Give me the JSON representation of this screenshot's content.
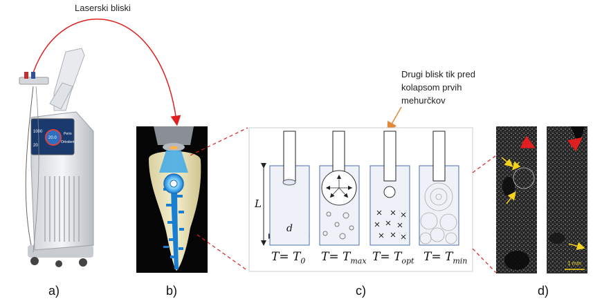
{
  "labels": {
    "laser_flash": "Laserski bliski",
    "second_flash": "Drugi blisk tik pred kolapsom prvih mehurčkov",
    "second_flash_lines": [
      "Drugi blisk tik pred",
      "kolapsom prvih",
      "mehurčkov"
    ]
  },
  "device_screen": {
    "left_value_top": "1000",
    "left_value_bottom": "20",
    "center_value": "20.0",
    "right_label_top": "Perio",
    "right_label_bottom": "Ortodont"
  },
  "panel_c": {
    "axis_L": "L",
    "axis_d": "d",
    "equations": [
      {
        "lhs": "T= ",
        "var": "T",
        "sub": "0"
      },
      {
        "lhs": "T= ",
        "var": "T",
        "sub": "max"
      },
      {
        "lhs": "T= ",
        "var": "T",
        "sub": "opt"
      },
      {
        "lhs": "T= ",
        "var": "T",
        "sub": "min"
      }
    ]
  },
  "panel_d": {
    "scale_bar": "1 mm"
  },
  "panel_letters": [
    "a)",
    "b)",
    "c)",
    "d)"
  ],
  "colors": {
    "red_arrow": "#e02020",
    "orange_arrow": "#e08a3a",
    "yellow_arrow": "#f2d21b",
    "water_blue": "#1a7fd0"
  }
}
